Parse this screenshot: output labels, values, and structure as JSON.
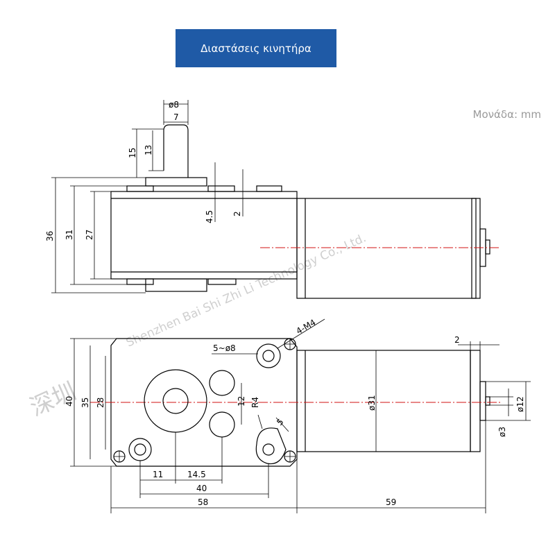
{
  "header": {
    "title": "Διαστάσεις κινητήρα",
    "unit_label": "Μονάδα: mm"
  },
  "watermark": {
    "company": "Shenzhen Bai Shi Zhi Li Technology Co., Ltd.",
    "chinese": "深圳"
  },
  "side_view": {
    "shaft_diameter": "ø8",
    "shaft_width": "7",
    "shaft_height_outer": "15",
    "shaft_height_inner": "13",
    "height_total": "36",
    "height_mid": "31",
    "height_inner": "27",
    "step_a": "4.5",
    "step_b": "2"
  },
  "front_view": {
    "mount_holes": "4-M4",
    "holes": "5~ø8",
    "height_total": "40",
    "height_mid": "35",
    "height_inner": "28",
    "hole_spacing_v": "12",
    "radius": "R4",
    "slot": "5",
    "motor_diameter": "ø31",
    "flange_thickness": "2",
    "boss_diameter": "ø12",
    "shaft_diameter": "ø3",
    "dim_11": "11",
    "dim_14_5": "14.5",
    "dim_40": "40",
    "dim_58": "58",
    "dim_59": "59"
  },
  "colors": {
    "banner": "#1f5aa6",
    "centerline": "#d01010",
    "unit_text": "#9a9a9a"
  }
}
